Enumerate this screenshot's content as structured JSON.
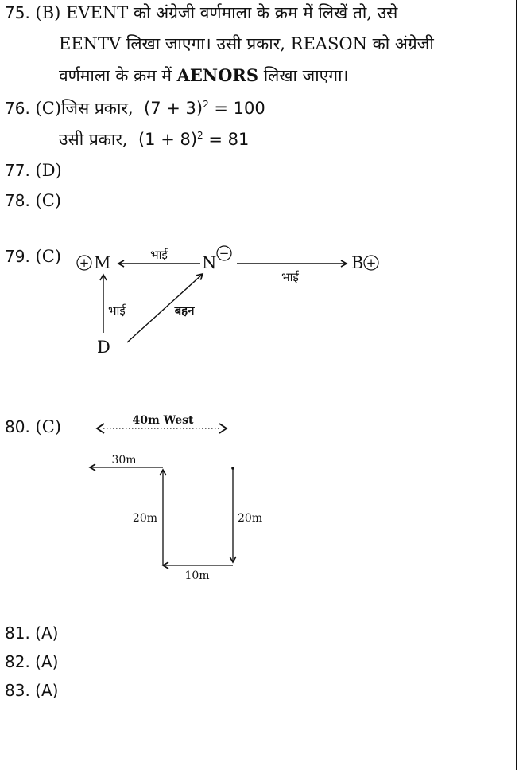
{
  "q75": {
    "number": "75.",
    "option": "(B)",
    "line1": "EVENT को अंग्रेजी वर्णमाला के क्रम में लिखें तो, उसे",
    "line2": "EENTV लिखा जाएगा। उसी प्रकार, REASON को अंग्रेजी",
    "line3_before": "वर्णमाला के क्रम में ",
    "line3_bold": "AENORS",
    "line3_after": " लिखा जाएगा।"
  },
  "q76": {
    "number": "76.",
    "option": "(C)",
    "line1_prefix": "जिस प्रकार,",
    "line1_expr": "(7 + 3)",
    "line1_exp": "2",
    "line1_result": "= 100",
    "line2_prefix": "उसी प्रकार,",
    "line2_expr": "(1 + 8)",
    "line2_exp": "2",
    "line2_result": "= 81"
  },
  "q77": {
    "number": "77.",
    "option": "(D)"
  },
  "q78": {
    "number": "78.",
    "option": "(C)"
  },
  "q79": {
    "number": "79.",
    "option": "(C)",
    "diagram": {
      "node_m": "M",
      "node_n": "N",
      "node_b": "B",
      "node_d": "D",
      "plus_sign": "+",
      "minus_sign": "−",
      "label_m_n": "भाई",
      "label_n_b": "भाई",
      "label_d_m": "भाई",
      "label_d_n": "बहन"
    }
  },
  "q80": {
    "number": "80.",
    "option": "(C)",
    "diagram": {
      "label_top": "40m West",
      "label_left": "30m",
      "label_vertical_left": "20m",
      "label_vertical_right": "20m",
      "label_bottom": "10m"
    }
  },
  "q81": {
    "number": "81.",
    "option": "(A)"
  },
  "q82": {
    "number": "82.",
    "option": "(A)"
  },
  "q83": {
    "number": "83.",
    "option": "(A)"
  }
}
